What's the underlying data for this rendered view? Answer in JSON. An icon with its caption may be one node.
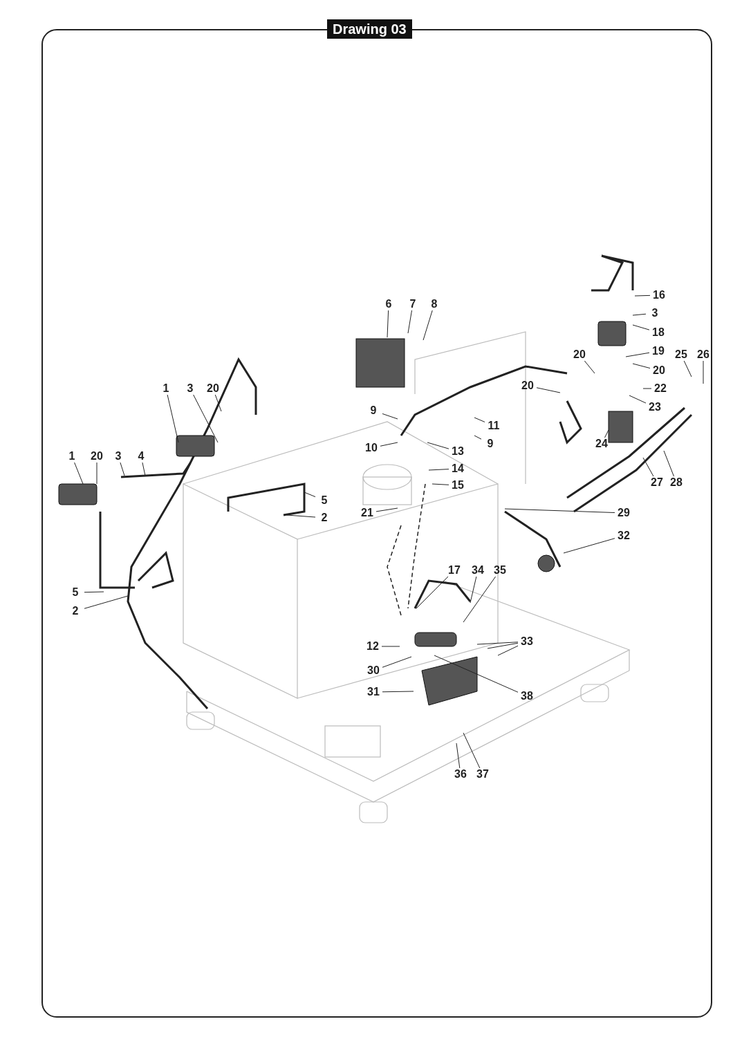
{
  "diagram": {
    "title": "Drawing 03",
    "nodes": [
      {
        "text": [
          "16"
        ]
      },
      {
        "text": [
          "6"
        ]
      },
      {
        "text": [
          "7"
        ]
      },
      {
        "text": [
          "8"
        ]
      },
      {
        "text": [
          "3"
        ]
      },
      {
        "text": [
          "18"
        ]
      },
      {
        "text": [
          "19"
        ]
      },
      {
        "text": [
          "20"
        ]
      },
      {
        "text": [
          "25"
        ]
      },
      {
        "text": [
          "26"
        ]
      },
      {
        "text": [
          "20"
        ]
      },
      {
        "text": [
          "1"
        ]
      },
      {
        "text": [
          "3"
        ]
      },
      {
        "text": [
          "20"
        ]
      },
      {
        "text": [
          "20"
        ]
      },
      {
        "text": [
          "22"
        ]
      },
      {
        "text": [
          "23"
        ]
      },
      {
        "text": [
          "9"
        ]
      },
      {
        "text": [
          "11"
        ]
      },
      {
        "text": [
          "9"
        ]
      },
      {
        "text": [
          "24"
        ]
      },
      {
        "text": [
          "10"
        ]
      },
      {
        "text": [
          "1"
        ]
      },
      {
        "text": [
          "20"
        ]
      },
      {
        "text": [
          "3"
        ]
      },
      {
        "text": [
          "4"
        ]
      },
      {
        "text": [
          "13"
        ]
      },
      {
        "text": [
          "14"
        ]
      },
      {
        "text": [
          "27"
        ]
      },
      {
        "text": [
          "28"
        ]
      },
      {
        "text": [
          "15"
        ]
      },
      {
        "text": [
          "5"
        ]
      },
      {
        "text": [
          "2"
        ]
      },
      {
        "text": [
          "21"
        ]
      },
      {
        "text": [
          "29"
        ]
      },
      {
        "text": [
          "32"
        ]
      },
      {
        "text": [
          "17"
        ]
      },
      {
        "text": [
          "34"
        ]
      },
      {
        "text": [
          "35"
        ]
      },
      {
        "text": [
          "5"
        ]
      },
      {
        "text": [
          "2"
        ]
      },
      {
        "text": [
          "33"
        ]
      },
      {
        "text": [
          "12"
        ]
      },
      {
        "text": [
          "30"
        ]
      },
      {
        "text": [
          "31"
        ]
      },
      {
        "text": [
          "38"
        ]
      },
      {
        "text": [
          "36"
        ]
      },
      {
        "text": [
          "37"
        ]
      }
    ],
    "edges": [
      {
        "from": 0,
        "to": null,
        "arrow": "none"
      },
      {
        "from": 1,
        "to": null,
        "arrow": "none"
      },
      {
        "from": 2,
        "to": null,
        "arrow": "none"
      },
      {
        "from": 3,
        "to": null,
        "arrow": "none"
      },
      {
        "from": 4,
        "to": null,
        "arrow": "none"
      },
      {
        "from": 5,
        "to": null,
        "arrow": "none"
      },
      {
        "from": 6,
        "to": null,
        "arrow": "none"
      },
      {
        "from": 7,
        "to": null,
        "arrow": "none"
      },
      {
        "from": 8,
        "to": null,
        "arrow": "none"
      },
      {
        "from": 9,
        "to": null,
        "arrow": "none"
      },
      {
        "from": 10,
        "to": null,
        "arrow": "none"
      },
      {
        "from": 11,
        "to": null,
        "arrow": "none"
      },
      {
        "from": 12,
        "to": null,
        "arrow": "none"
      },
      {
        "from": 13,
        "to": null,
        "arrow": "none"
      },
      {
        "from": 14,
        "to": null,
        "arrow": "none"
      },
      {
        "from": 15,
        "to": null,
        "arrow": "none"
      },
      {
        "from": 16,
        "to": null,
        "arrow": "none"
      },
      {
        "from": 17,
        "to": null,
        "arrow": "none"
      },
      {
        "from": 18,
        "to": null,
        "arrow": "none"
      },
      {
        "from": 19,
        "to": null,
        "arrow": "none"
      },
      {
        "from": 20,
        "to": null,
        "arrow": "none"
      },
      {
        "from": 21,
        "to": null,
        "arrow": "none"
      },
      {
        "from": 22,
        "to": null,
        "arrow": "none"
      },
      {
        "from": 23,
        "to": null,
        "arrow": "none"
      },
      {
        "from": 24,
        "to": null,
        "arrow": "none"
      },
      {
        "from": 25,
        "to": null,
        "arrow": "none"
      },
      {
        "from": 26,
        "to": null,
        "arrow": "none"
      },
      {
        "from": 27,
        "to": null,
        "arrow": "none"
      },
      {
        "from": 28,
        "to": null,
        "arrow": "none"
      },
      {
        "from": 29,
        "to": null,
        "arrow": "none"
      },
      {
        "from": 30,
        "to": null,
        "arrow": "none"
      },
      {
        "from": 31,
        "to": null,
        "arrow": "none"
      },
      {
        "from": 32,
        "to": null,
        "arrow": "none"
      },
      {
        "from": 33,
        "to": null,
        "arrow": "none"
      },
      {
        "from": 34,
        "to": null,
        "arrow": "none"
      },
      {
        "from": 35,
        "to": null,
        "arrow": "none"
      },
      {
        "from": 36,
        "to": null,
        "arrow": "none"
      },
      {
        "from": 37,
        "to": null,
        "arrow": "none"
      },
      {
        "from": 38,
        "to": null,
        "arrow": "none"
      },
      {
        "from": 39,
        "to": null,
        "arrow": "none"
      },
      {
        "from": 40,
        "to": null,
        "arrow": "none"
      },
      {
        "from": 41,
        "to": null,
        "arrow": "none"
      },
      {
        "from": 41,
        "to": null,
        "arrow": "none"
      },
      {
        "from": 41,
        "to": null,
        "arrow": "none"
      },
      {
        "from": 42,
        "to": null,
        "arrow": "none"
      },
      {
        "from": 43,
        "to": null,
        "arrow": "none"
      },
      {
        "from": 44,
        "to": null,
        "arrow": "none"
      },
      {
        "from": 45,
        "to": null,
        "arrow": "none"
      },
      {
        "from": 46,
        "to": null,
        "arrow": "none"
      },
      {
        "from": 47,
        "to": null,
        "arrow": "none"
      }
    ]
  }
}
